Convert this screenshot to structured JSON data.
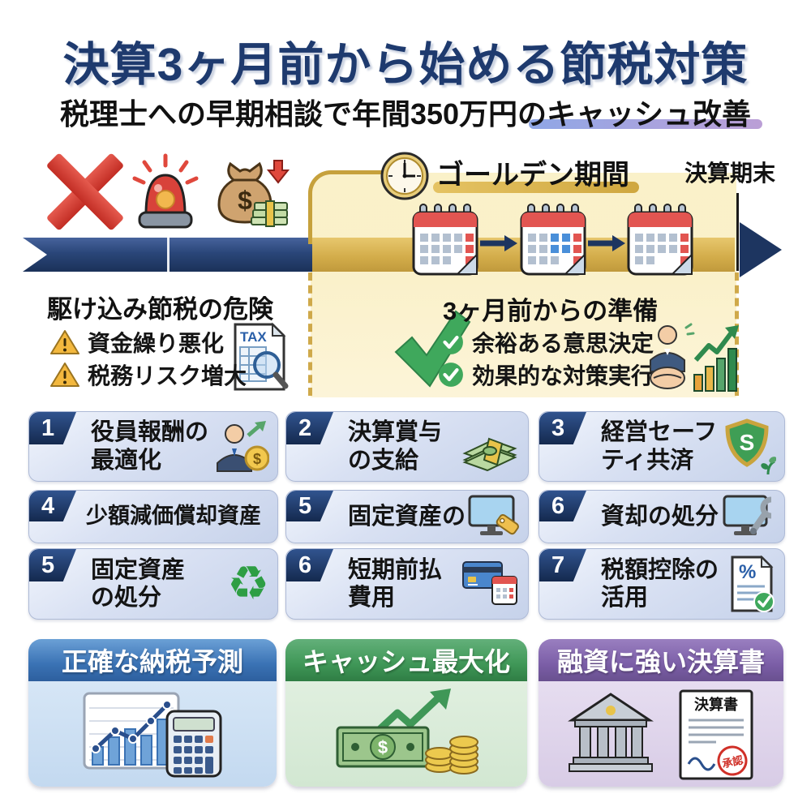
{
  "title": "決算3ヶ月前から始める節税対策",
  "subtitle": "税理士への早期相談で年間350万円のキャッシュ改善",
  "timeline": {
    "golden_period_label": "ゴールデン期間",
    "fiscal_end_label": "決算期末"
  },
  "danger": {
    "heading": "駆け込み節税の危険",
    "items": [
      "資金繰り悪化",
      "税務リスク増大"
    ],
    "tax_doc_label": "TAX"
  },
  "preparation": {
    "heading": "3ヶ月前からの準備",
    "items": [
      "余裕ある意思決定",
      "効果的な対策実行"
    ]
  },
  "strategies": [
    {
      "num": "1",
      "line1": "役員報酬の",
      "line2": "最適化"
    },
    {
      "num": "2",
      "line1": "決算賞与",
      "line2": "の支給"
    },
    {
      "num": "3",
      "line1": "経営セーフ",
      "line2": "ティ共済"
    },
    {
      "num": "4",
      "line1": "少額減価償却資産",
      "line2": ""
    },
    {
      "num": "5",
      "line1": "固定資産の",
      "line2": ""
    },
    {
      "num": "6",
      "line1": "資却の処分",
      "line2": ""
    },
    {
      "num": "5",
      "line1": "固定資産",
      "line2": "の処分"
    },
    {
      "num": "6",
      "line1": "短期前払",
      "line2": "費用"
    },
    {
      "num": "7",
      "line1": "税額控除の",
      "line2": "活用"
    }
  ],
  "benefits": [
    {
      "title": "正確な納税予測"
    },
    {
      "title": "キャッシュ最大化"
    },
    {
      "title": "融資に強い決算書",
      "document_label": "決算書",
      "stamp_label": "承認"
    }
  ],
  "icon_glyphs": {
    "dollar": "$",
    "shield_letter": "S",
    "percent": "%",
    "recycle": "♻"
  },
  "colors": {
    "title_navy": "#1e3a6e",
    "band_navy": "#24406f",
    "gold": "#c9a43e",
    "green": "#36a35a",
    "red": "#d9342b",
    "header_blue": "#3a72b4",
    "header_green": "#3f9757",
    "header_purple": "#7b5ea7"
  }
}
